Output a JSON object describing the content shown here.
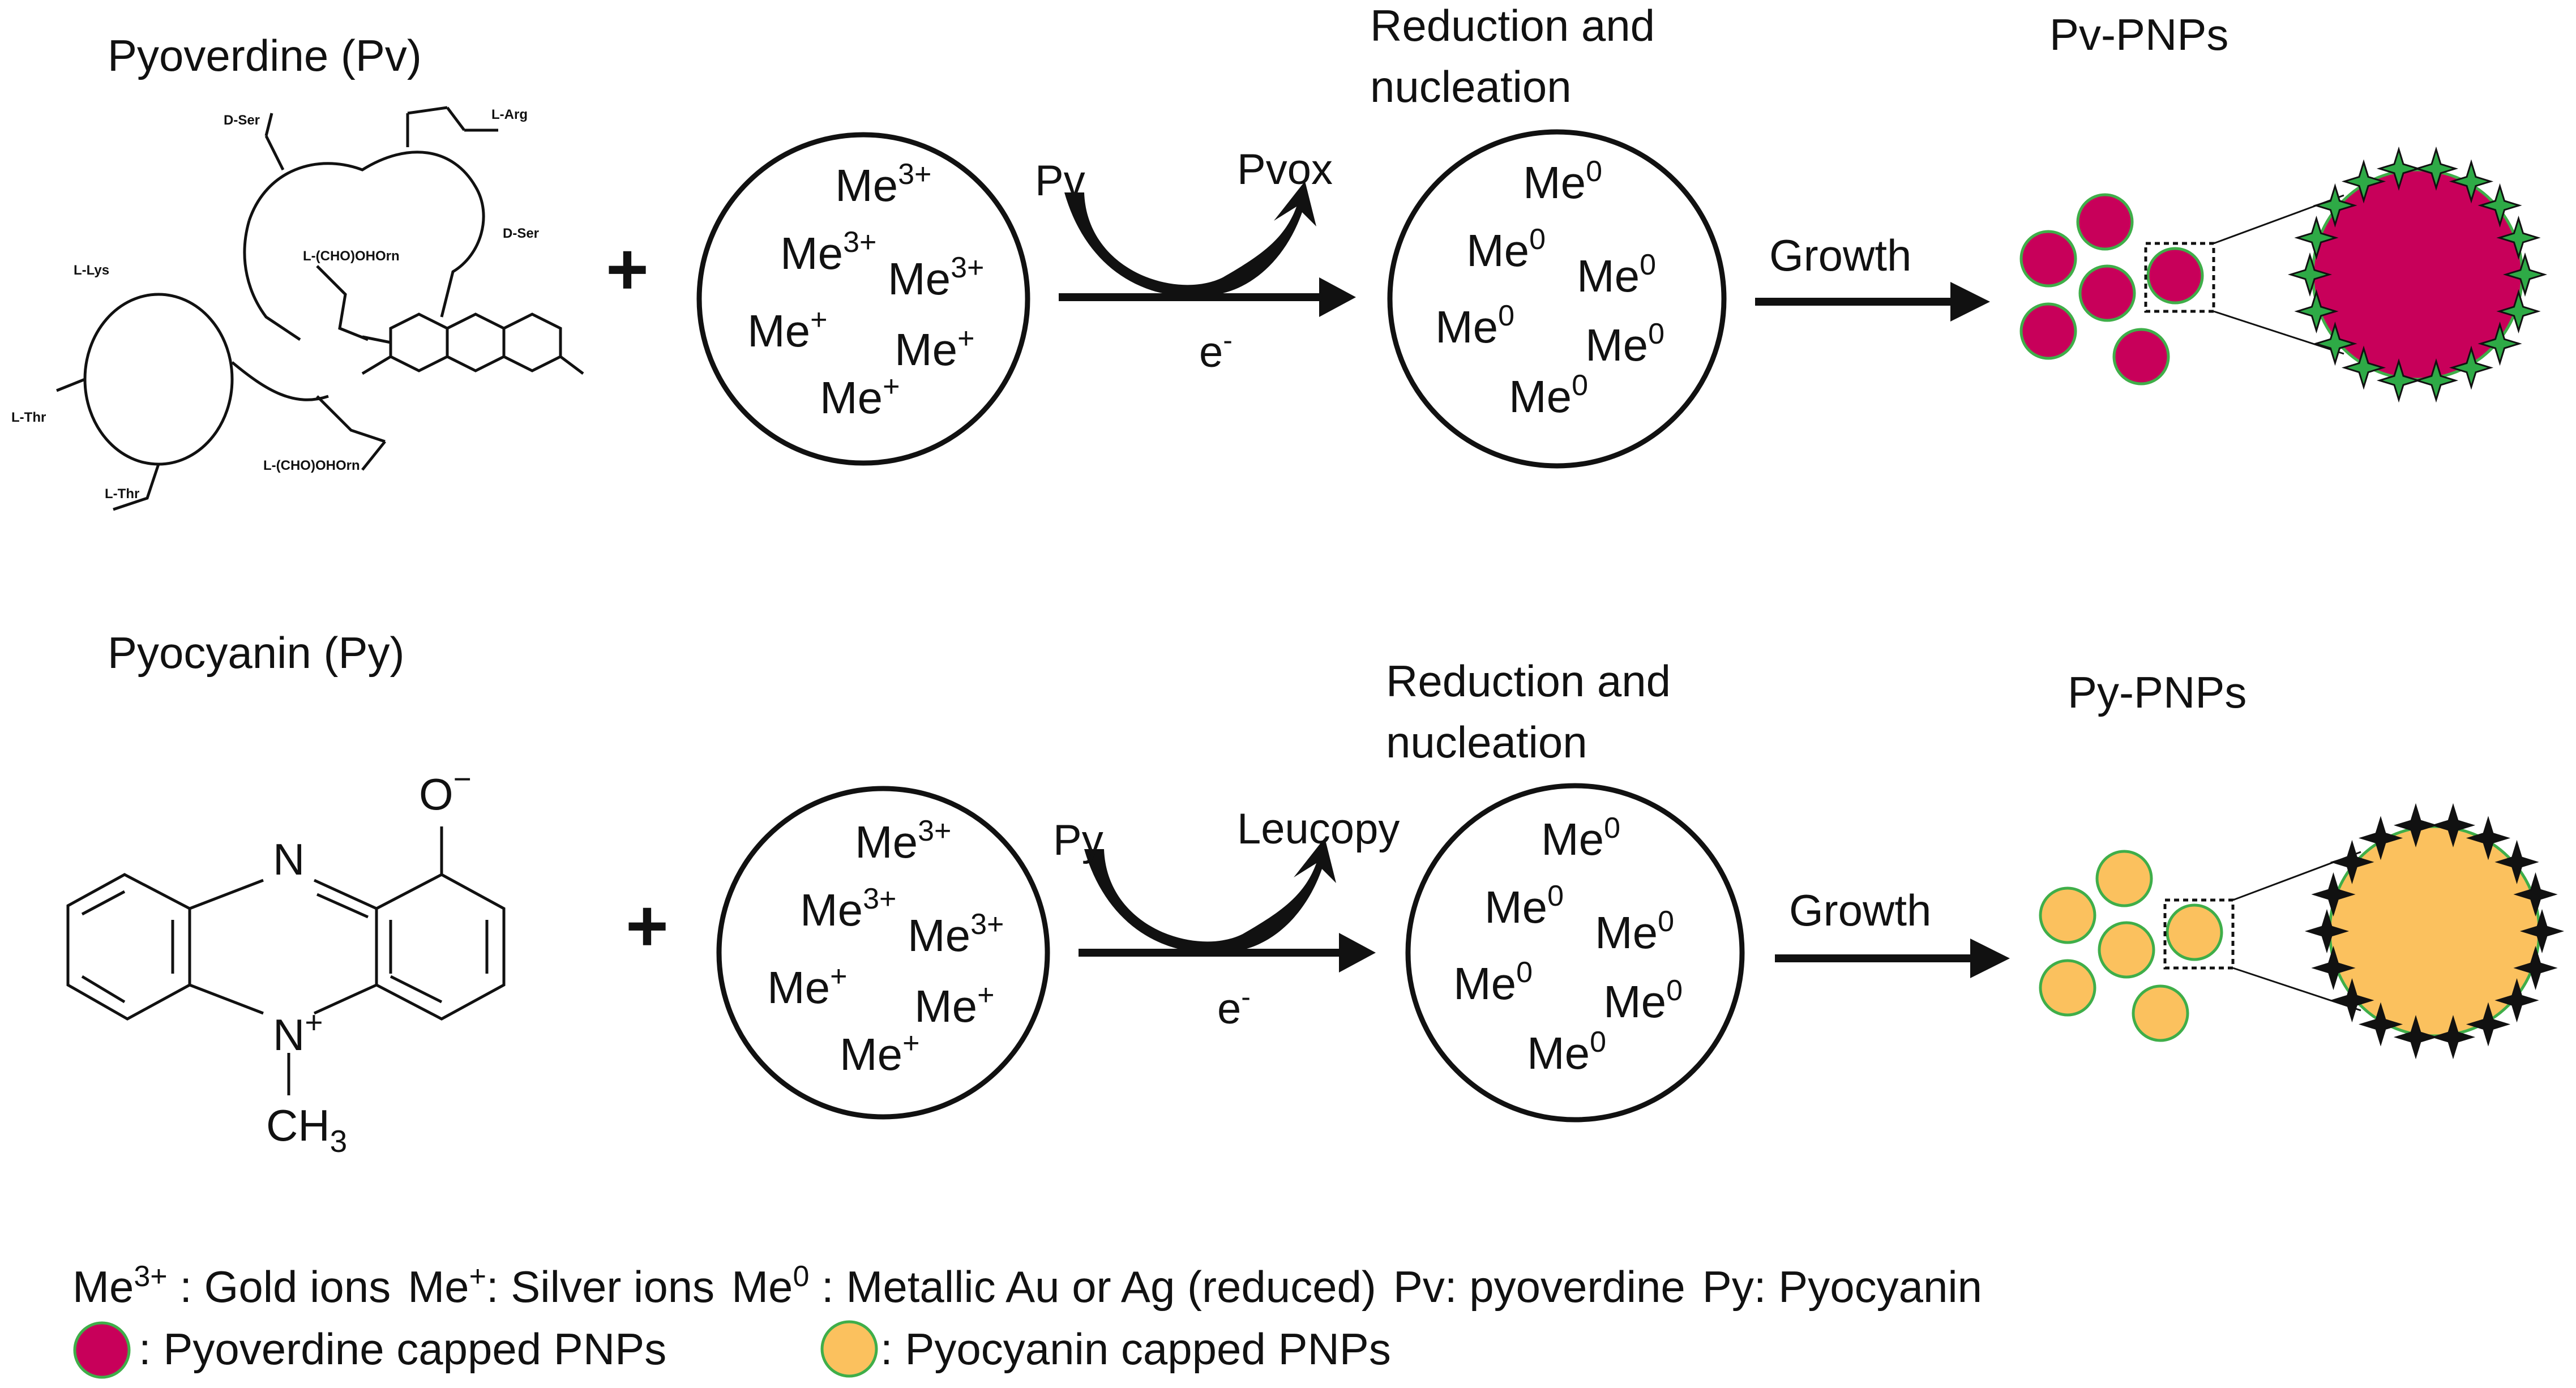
{
  "colors": {
    "pyoverdine_np": "#c8005a",
    "pyocyanin_np": "#fbc15e",
    "np_outline": "#3fae49",
    "pyoverdine_star": "#2eaa46",
    "pyocyanin_star": "#111111",
    "stroke": "#111111"
  },
  "top_row": {
    "compound_title": "Pyoverdine (Pv)",
    "structure_labels": [
      "D-Ser",
      "L-Arg",
      "D-Ser",
      "L-Lys",
      "L-(CHO)OHOrn",
      "L-Thr",
      "L-Thr",
      "L-(CHO)OHOrn"
    ],
    "plus": "+",
    "ions": [
      {
        "base": "Me",
        "sup": "3+"
      },
      {
        "base": "Me",
        "sup": "3+"
      },
      {
        "base": "Me",
        "sup": "3+"
      },
      {
        "base": "Me",
        "sup": "+"
      },
      {
        "base": "Me",
        "sup": "+"
      },
      {
        "base": "Me",
        "sup": "+"
      }
    ],
    "reactant": "Pv",
    "product": "Pvox",
    "electron": {
      "base": "e",
      "sup": "-"
    },
    "step_label_line1": "Reduction and",
    "step_label_line2": "nucleation",
    "metals": [
      {
        "base": "Me",
        "sup": "0"
      },
      {
        "base": "Me",
        "sup": "0"
      },
      {
        "base": "Me",
        "sup": "0"
      },
      {
        "base": "Me",
        "sup": "0"
      },
      {
        "base": "Me",
        "sup": "0"
      },
      {
        "base": "Me",
        "sup": "0"
      }
    ],
    "growth_label": "Growth",
    "np_label": "Pv-PNPs"
  },
  "bottom_row": {
    "compound_title": "Pyocyanin (Py)",
    "structure_atoms": {
      "o": "O",
      "o_charge": "−",
      "n_top": "N",
      "n_bottom": "N",
      "n_charge": "+",
      "methyl": "CH",
      "methyl_sub": "3"
    },
    "plus": "+",
    "ions": [
      {
        "base": "Me",
        "sup": "3+"
      },
      {
        "base": "Me",
        "sup": "3+"
      },
      {
        "base": "Me",
        "sup": "3+"
      },
      {
        "base": "Me",
        "sup": "+"
      },
      {
        "base": "Me",
        "sup": "+"
      },
      {
        "base": "Me",
        "sup": "+"
      }
    ],
    "reactant": "Py",
    "product": "Leucopy",
    "electron": {
      "base": "e",
      "sup": "-"
    },
    "step_label_line1": "Reduction and",
    "step_label_line2": "nucleation",
    "metals": [
      {
        "base": "Me",
        "sup": "0"
      },
      {
        "base": "Me",
        "sup": "0"
      },
      {
        "base": "Me",
        "sup": "0"
      },
      {
        "base": "Me",
        "sup": "0"
      },
      {
        "base": "Me",
        "sup": "0"
      },
      {
        "base": "Me",
        "sup": "0"
      }
    ],
    "growth_label": "Growth",
    "np_label": "Py-PNPs"
  },
  "legend": {
    "gold": {
      "base": "Me",
      "sup": "3+",
      "text": " : Gold ions"
    },
    "silver": {
      "base": "Me",
      "sup": "+",
      "text": ": Silver ions"
    },
    "metallic": {
      "base": "Me",
      "sup": "0",
      "text": " : Metallic Au or Ag (reduced)"
    },
    "pv": "Pv: pyoverdine",
    "py": "Py: Pyocyanin",
    "pv_np": ": Pyoverdine capped PNPs",
    "py_np": ": Pyocyanin capped PNPs"
  }
}
